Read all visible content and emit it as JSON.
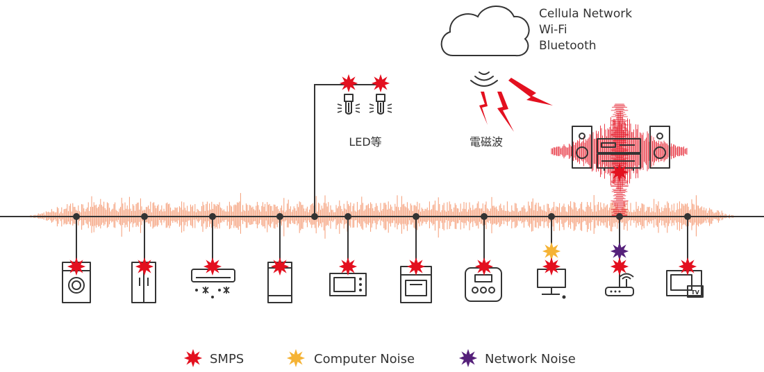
{
  "cloud": {
    "lines": [
      "Cellula Network",
      "Wi-Fi",
      "Bluetooth"
    ]
  },
  "labels": {
    "led": "LED等",
    "em": "電磁波"
  },
  "devices": [
    {
      "name": "washing-machine",
      "icon": "washing-machine-icon",
      "noise": [
        "SMPS"
      ]
    },
    {
      "name": "refrigerator",
      "icon": "refrigerator-icon",
      "noise": [
        "SMPS"
      ]
    },
    {
      "name": "air-conditioner",
      "icon": "air-conditioner-icon",
      "noise": [
        "SMPS"
      ]
    },
    {
      "name": "dishwasher",
      "icon": "dishwasher-icon",
      "noise": [
        "SMPS"
      ]
    },
    {
      "name": "microwave",
      "icon": "microwave-icon",
      "noise": [
        "SMPS"
      ]
    },
    {
      "name": "oven",
      "icon": "oven-icon",
      "noise": [
        "SMPS"
      ]
    },
    {
      "name": "rice-cooker",
      "icon": "rice-cooker-icon",
      "noise": [
        "SMPS"
      ]
    },
    {
      "name": "computer",
      "icon": "computer-icon",
      "noise": [
        "Computer Noise",
        "SMPS"
      ]
    },
    {
      "name": "router",
      "icon": "router-icon",
      "noise": [
        "Network Noise",
        "SMPS"
      ]
    },
    {
      "name": "television",
      "icon": "tv-icon",
      "noise": [
        "SMPS"
      ]
    }
  ],
  "tv_badge": "TV",
  "legend": [
    {
      "label": "SMPS",
      "color": "#e3101f"
    },
    {
      "label": "Computer Noise",
      "color": "#f5b335"
    },
    {
      "label": "Network Noise",
      "color": "#55207a"
    }
  ],
  "colors": {
    "wave": "#f07a45",
    "line": "#333333",
    "lightning": "#e3101f"
  }
}
